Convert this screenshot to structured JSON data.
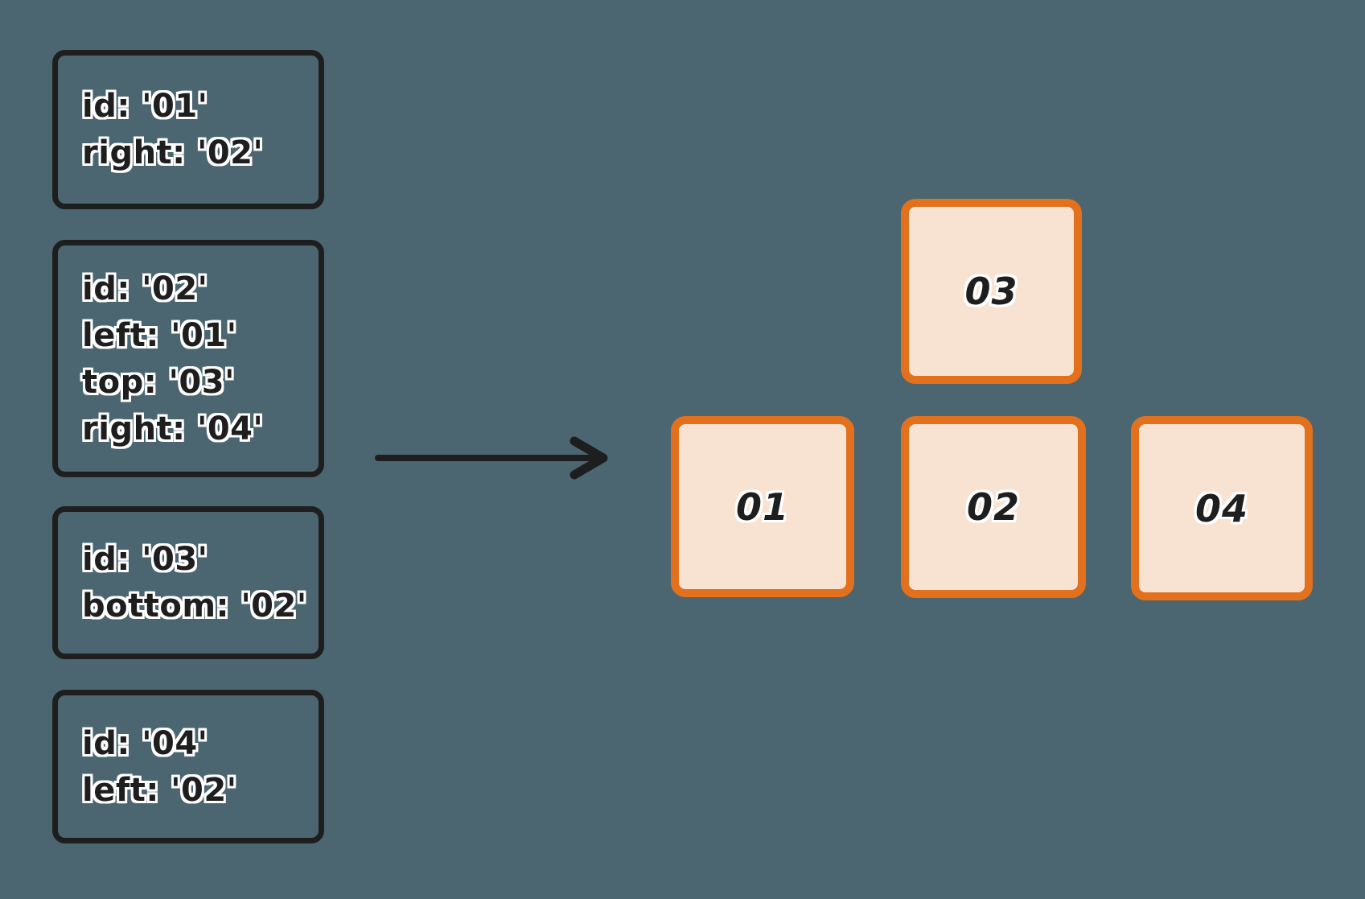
{
  "colors": {
    "bg": "#4B6670",
    "ink": "#1E1E1E",
    "accent": "#E2701D",
    "node-fill": "#F8E3D3",
    "halo": "#FFFFFF"
  },
  "specs": [
    {
      "id": "01",
      "lines": [
        "id: '01'",
        "right: '02'"
      ]
    },
    {
      "id": "02",
      "lines": [
        "id: '02'",
        "left: '01'",
        "top: '03'",
        "right: '04'"
      ]
    },
    {
      "id": "03",
      "lines": [
        "id: '03'",
        "bottom: '02'"
      ]
    },
    {
      "id": "04",
      "lines": [
        "id: '04'",
        "left: '02'"
      ]
    }
  ],
  "arrow": {
    "direction": "right"
  },
  "nodes": [
    {
      "label": "03"
    },
    {
      "label": "01"
    },
    {
      "label": "02"
    },
    {
      "label": "04"
    }
  ]
}
